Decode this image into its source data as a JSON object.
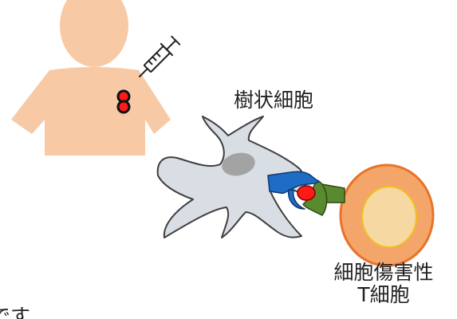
{
  "labels": {
    "dendritic_cell": "樹状細胞",
    "t_cell_line1": "細胞傷害性",
    "t_cell_line2": "T細胞",
    "partial_bottom_left": "です"
  },
  "icons": {
    "person": "person-silhouette-icon",
    "syringe": "syringe-icon",
    "antigen": "antigen-icon",
    "dendritic_cell": "dendritic-cell-icon",
    "mhc": "mhc-receptor-icon",
    "tcr": "t-cell-receptor-icon",
    "t_cell": "t-cell-icon"
  },
  "colors": {
    "skin": "#f7c9a5",
    "dendritic_cell_fill": "#d9dde4",
    "dendritic_cell_outline": "#3f3f3f",
    "dendritic_cell_nucleus": "#a3a3a3",
    "mhc": "#1e6cc4",
    "tcr": "#5a8a2e",
    "antigen": "#ff1a1a",
    "t_cell_outer": "#f4a66a",
    "t_cell_outer_stroke": "#e8732a",
    "t_cell_inner": "#f5d8a2",
    "t_cell_inner_stroke": "#f0c020"
  }
}
